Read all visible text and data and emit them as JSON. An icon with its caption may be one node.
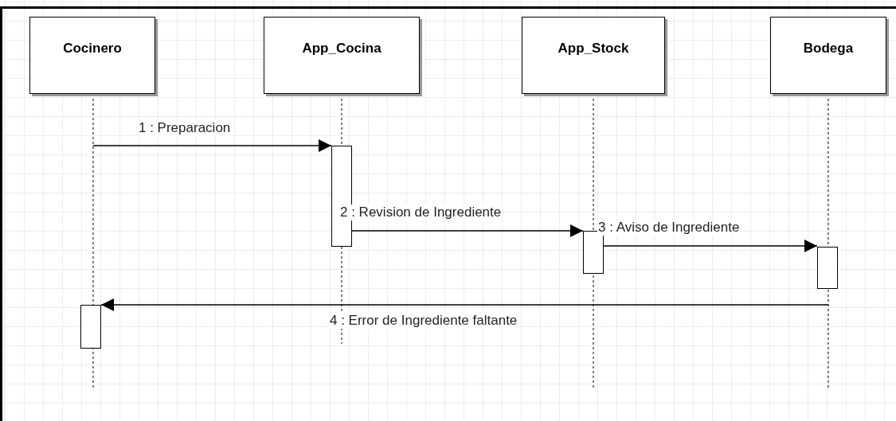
{
  "diagram": {
    "nodes": [
      {
        "text": [
          "Cocinero"
        ]
      },
      {
        "text": [
          "App_Cocina"
        ]
      },
      {
        "text": [
          "App_Stock"
        ]
      },
      {
        "text": [
          "Bodega"
        ]
      },
      {
        "text": [],
        "shape": "bar"
      },
      {
        "text": [],
        "shape": "bar"
      },
      {
        "text": [],
        "shape": "bar"
      },
      {
        "text": [],
        "shape": "bar"
      }
    ],
    "edges": [
      {
        "from": null,
        "to": 5,
        "arrow": "to",
        "label": "1 : Preparacion"
      },
      {
        "from": 5,
        "to": 6,
        "arrow": "to",
        "label": "2 : Revision de Ingrediente"
      },
      {
        "from": 6,
        "to": 7,
        "arrow": "to",
        "label": "3 : Aviso de Ingrediente"
      },
      {
        "from": null,
        "to": 4,
        "arrow": "to",
        "label": "4 : Error de Ingrediente faltante"
      }
    ]
  }
}
